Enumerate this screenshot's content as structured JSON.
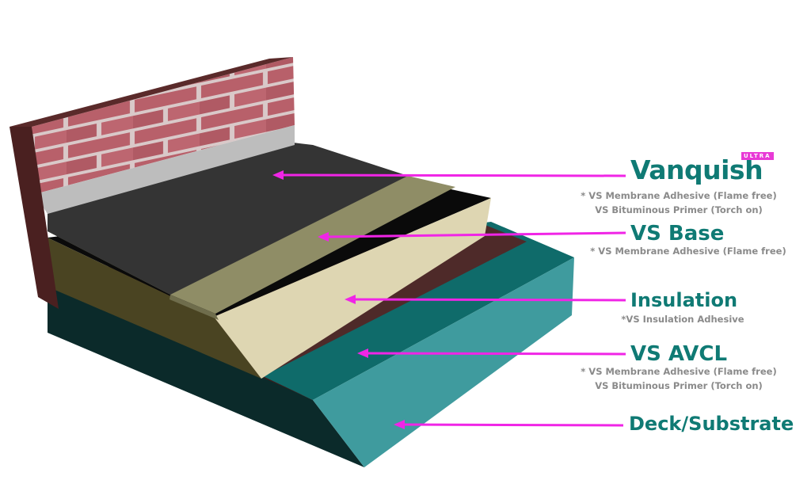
{
  "layers": [
    {
      "id": "vanquish",
      "title": "Vanquish",
      "badge": "ULTRA",
      "notes": [
        "* VS Membrane Adhesive (Flame free)",
        "VS Bituminous Primer (Torch on)"
      ]
    },
    {
      "id": "vs_base",
      "title": "VS Base",
      "notes": [
        "* VS Membrane Adhesive (Flame free)"
      ]
    },
    {
      "id": "insulation",
      "title": "Insulation",
      "notes": [
        "*VS Insulation Adhesive"
      ]
    },
    {
      "id": "vs_avcl",
      "title": "VS AVCL",
      "notes": [
        "* VS Membrane Adhesive (Flame free)",
        "VS Bituminous Primer (Torch on)"
      ]
    },
    {
      "id": "deck",
      "title": "Deck/Substrate",
      "notes": []
    }
  ],
  "colors": {
    "accent_pointer": "#f025e6",
    "title_teal": "#0f7a74",
    "note_grey": "#8a8a8a",
    "brick": "#b8606a",
    "mortar": "#d9c9c9",
    "upstand_flashing": "#bdbdbd",
    "vanquish_membrane": "#343434",
    "vs_base": "#8f8d66",
    "insulation_top": "#0a0a0a",
    "insulation_face": "#ded6b2",
    "avcl": "#4e2a29",
    "deck_top": "#0f6b6a",
    "deck_face": "#3f9b9e",
    "deck_side": "#0b2a2a"
  }
}
